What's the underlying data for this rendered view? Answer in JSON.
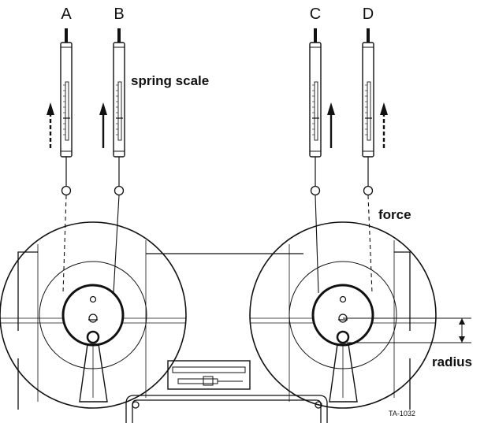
{
  "scales": [
    {
      "letter": "A",
      "arrow_style": "dashed"
    },
    {
      "letter": "B",
      "arrow_style": "solid"
    },
    {
      "letter": "C",
      "arrow_style": "solid"
    },
    {
      "letter": "D",
      "arrow_style": "dashed"
    }
  ],
  "labels": {
    "spring_scale": "spring scale",
    "force": "force",
    "radius": "radius",
    "figure_code": "TA-1032"
  },
  "colors": {
    "ink": "#111111",
    "paper": "#ffffff"
  }
}
